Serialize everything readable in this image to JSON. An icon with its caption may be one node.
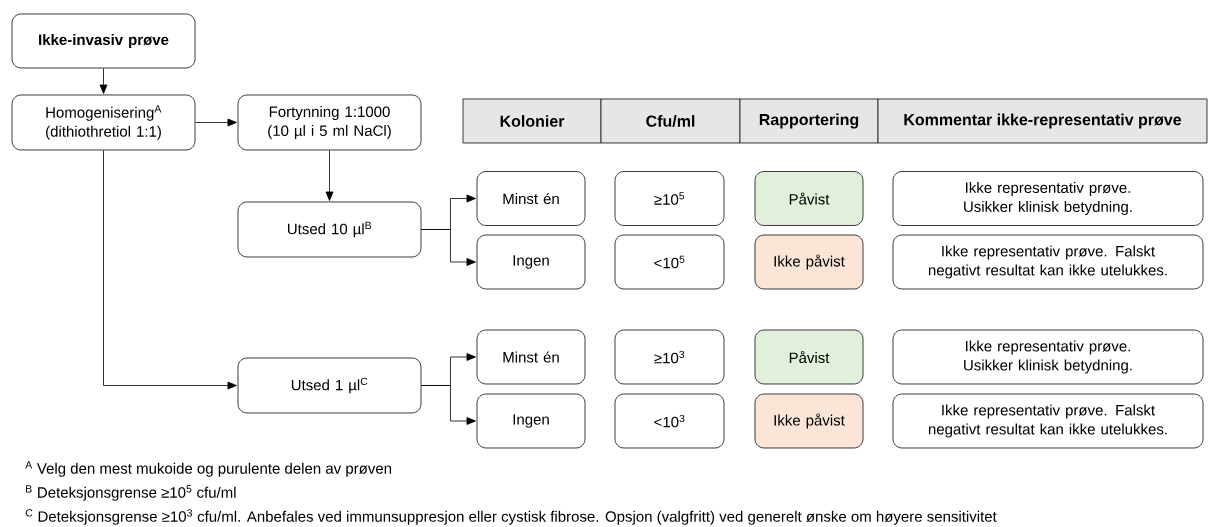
{
  "diagram": {
    "nodes": [
      {
        "text": [
          "Ikke-invasiv prøve"
        ]
      },
      {
        "text": [
          "Homogenisering$^{A}$ (dithiothretiol 1:1)"
        ]
      },
      {
        "text": [
          "Fortynning 1:1000 (10 µl i 5 ml NaCl)"
        ]
      },
      {
        "text": [
          "Utsed 10 µl$^{B}$"
        ]
      },
      {
        "text": [
          "Minst én"
        ]
      },
      {
        "text": [
          "≥10$^{5}$"
        ]
      },
      {
        "text": [
          "Påvist"
        ]
      },
      {
        "text": [
          "Ikke representativ prøve. Usikker klinisk betydning."
        ]
      },
      {
        "text": [
          "Ingen"
        ]
      },
      {
        "text": [
          "<10$^{5}$"
        ]
      },
      {
        "text": [
          "Ikke påvist"
        ]
      },
      {
        "text": [
          "Ikke representativ prøve. Falskt negativt resultat kan ikke utelukkes."
        ]
      },
      {
        "text": [
          "Utsed 1 µl$^{C}$"
        ]
      },
      {
        "text": [
          "Minst én"
        ]
      },
      {
        "text": [
          "≥10$^{3}$"
        ]
      },
      {
        "text": [
          "Påvist"
        ]
      },
      {
        "text": [
          "Ikke representativ prøve. Usikker klinisk betydning."
        ]
      },
      {
        "text": [
          "Ingen"
        ]
      },
      {
        "text": [
          "<10$^{3}$"
        ]
      },
      {
        "text": [
          "Ikke påvist"
        ]
      },
      {
        "text": [
          "Ikke representativ prøve. Falskt negativt resultat kan ikke utelukkes."
        ]
      }
    ],
    "edges": [
      {
        "from": 0,
        "to": 1,
        "arrow": "to"
      },
      {
        "from": 1,
        "to": 2,
        "arrow": "to"
      },
      {
        "from": 2,
        "to": 3,
        "arrow": "to"
      },
      {
        "from": 1,
        "to": 12,
        "arrow": "to"
      },
      {
        "from": 3,
        "to": 4,
        "arrow": "to"
      },
      {
        "from": 3,
        "to": 8,
        "arrow": "to"
      },
      {
        "from": 12,
        "to": 13,
        "arrow": "to"
      },
      {
        "from": 12,
        "to": 17,
        "arrow": "to"
      }
    ],
    "labels": [
      "Kolonier",
      "Cfu/ml",
      "Rapportering",
      "Kommentar ikke-representativ prøve",
      "$^{A}$ Velg den mest mukoide og purulente delen av prøven",
      "$^{B}$ Deteksjonsgrense ≥10$^{5}$ cfu/ml",
      "$^{C}$ Deteksjonsgrense ≥10$^{3}$ cfu/ml. Anbefales ved immunsuppresjon eller cystisk fibrose. Opsjon (valgfritt) ved generelt ønske om høyere sensitivitet"
    ]
  }
}
